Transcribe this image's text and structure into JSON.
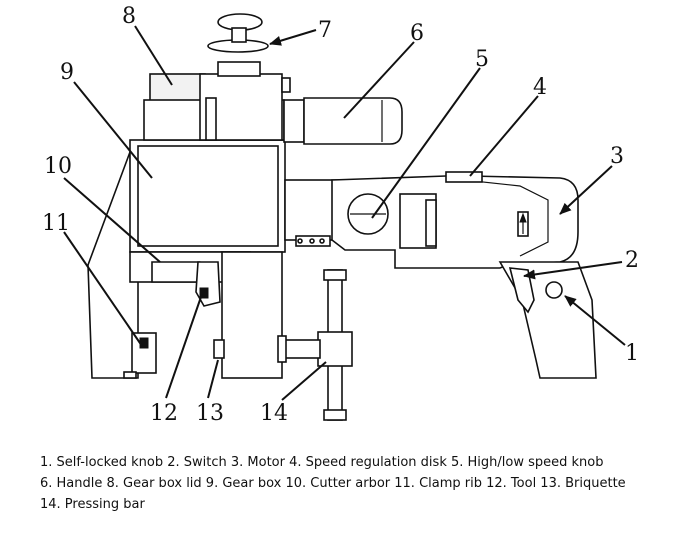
{
  "callouts": [
    "1",
    "2",
    "3",
    "4",
    "5",
    "6",
    "7",
    "8",
    "9",
    "10",
    "11",
    "12",
    "13",
    "14"
  ],
  "legend": {
    "line1": "1. Self-locked knob    2. Switch    3. Motor    4. Speed regulation disk    5. High/low speed knob",
    "line2": "6. Handle    8. Gear box lid    9. Gear box    10. Cutter arbor    11. Clamp rib    12. Tool    13. Briquette",
    "line3": "14. Pressing bar"
  }
}
